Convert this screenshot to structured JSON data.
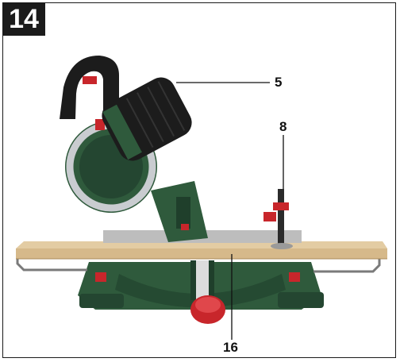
{
  "figure": {
    "number": "14"
  },
  "callouts": [
    {
      "label": "5",
      "part": "motor-housing"
    },
    {
      "label": "8",
      "part": "workpiece-clamp"
    },
    {
      "label": "16",
      "part": "saw-table"
    }
  ],
  "colors": {
    "body_green": "#2f5a3c",
    "dark_green": "#1f3f2b",
    "motor_black": "#1c1c1c",
    "handle_red": "#c8262b",
    "blade_steel": "#c9ccd0",
    "wood": "#d6b98a",
    "fence_gray": "#bdbdbd"
  },
  "icons": [
    "miter-saw-illustration"
  ]
}
